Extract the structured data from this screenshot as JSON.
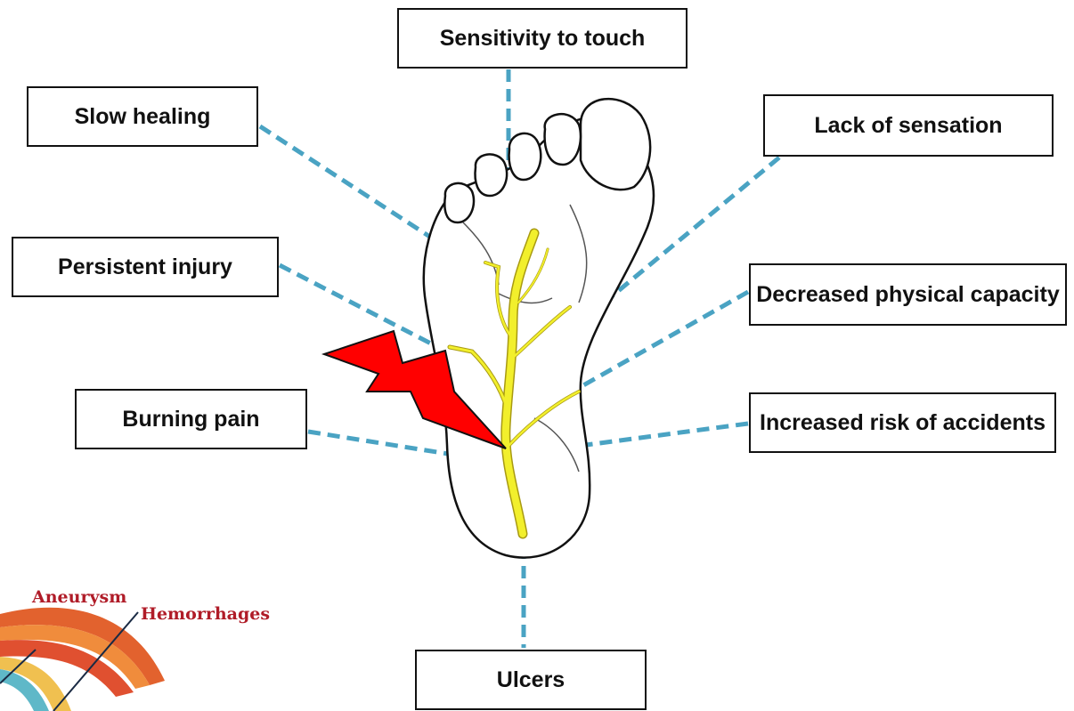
{
  "labels": {
    "sensitivity": "Sensitivity to touch",
    "slow_healing": "Slow healing",
    "lack_sensation": "Lack of sensation",
    "persistent_injury": "Persistent injury",
    "decreased_capacity": "Decreased physical capacity",
    "burning_pain": "Burning pain",
    "increased_risk": "Increased risk of accidents",
    "ulcers": "Ulcers"
  },
  "logo": {
    "aneurysm": "Aneurysm",
    "hemorrhages": "Hemorrhages"
  },
  "colors": {
    "connector": "#4aa3c3",
    "nerve": "#f2ef2c",
    "bolt": "#ff0000",
    "logo_text": "#b01c28"
  }
}
